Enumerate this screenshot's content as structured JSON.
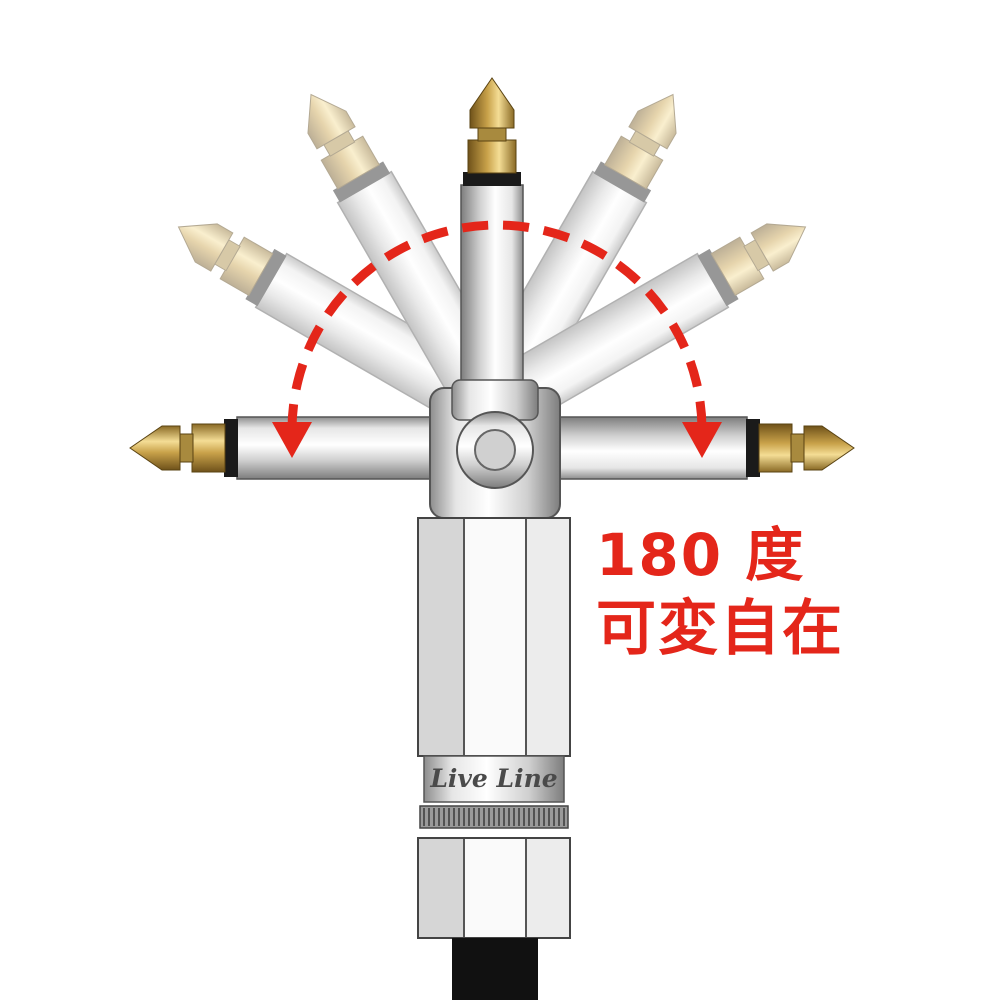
{
  "figure": {
    "angle_label": "180 度",
    "motto_label": "可変自在",
    "brand_label": "Live Line",
    "colors": {
      "arrow": "#e4261a",
      "caption": "#e4261a",
      "gold": "#c9a24a",
      "silver": "#d6d6d6",
      "cable": "#111111"
    },
    "icons": [
      "curved-double-arrow-icon",
      "phone-plug-icon"
    ]
  }
}
